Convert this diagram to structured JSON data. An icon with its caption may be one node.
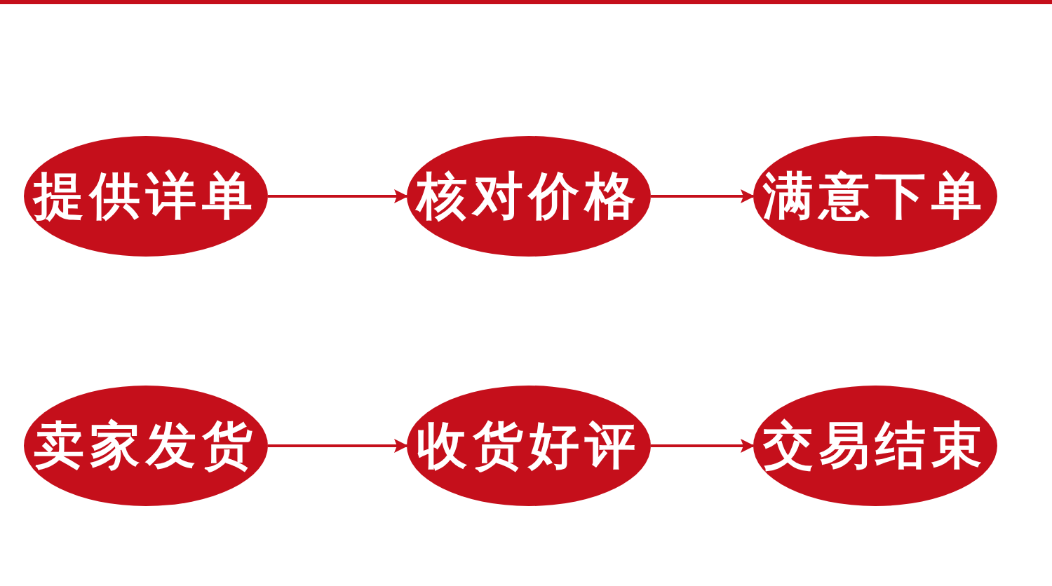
{
  "diagram": {
    "nodes": [
      {
        "text": [
          "提供详单"
        ]
      },
      {
        "text": [
          "核对价格"
        ]
      },
      {
        "text": [
          "满意下单"
        ]
      },
      {
        "text": [
          "卖家发货"
        ]
      },
      {
        "text": [
          "收货好评"
        ]
      },
      {
        "text": [
          "交易结束"
        ]
      }
    ],
    "edges": [
      {
        "from": 0,
        "to": 1,
        "arrow": "to"
      },
      {
        "from": 1,
        "to": 2,
        "arrow": "to"
      },
      {
        "from": 3,
        "to": 4,
        "arrow": "to"
      },
      {
        "from": 4,
        "to": 5,
        "arrow": "to"
      }
    ]
  }
}
